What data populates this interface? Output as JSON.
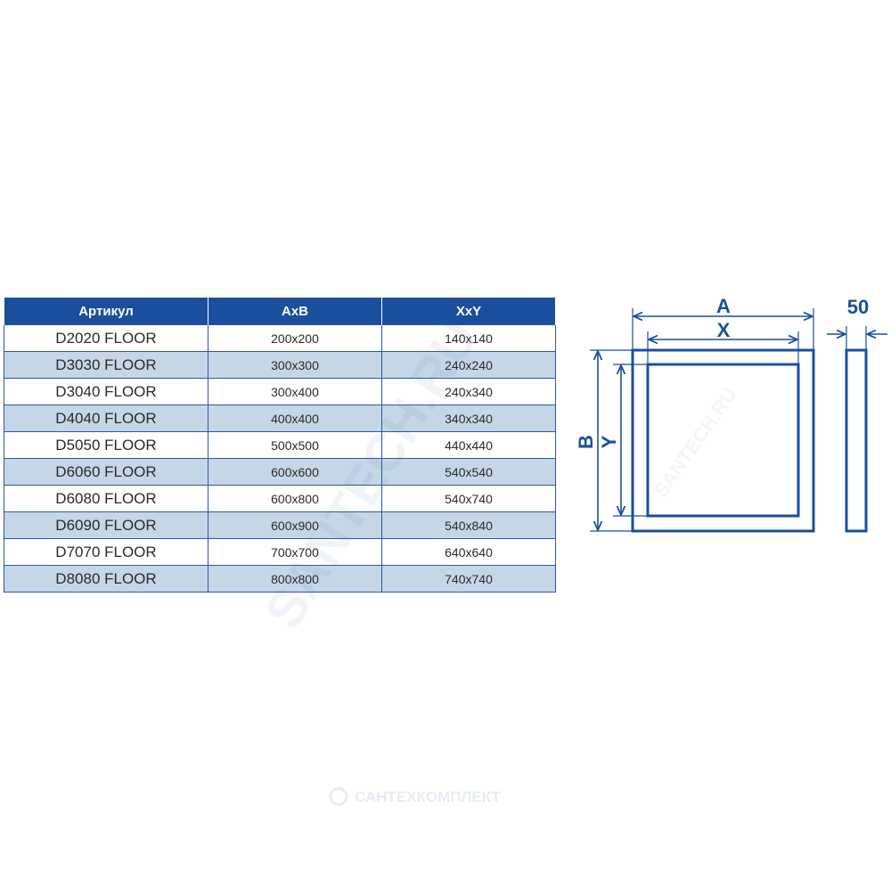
{
  "table": {
    "headers": [
      "Артикул",
      "AxB",
      "XxY"
    ],
    "rows": [
      {
        "article": "D2020 FLOOR",
        "ab": "200x200",
        "xy": "140x140"
      },
      {
        "article": "D3030 FLOOR",
        "ab": "300x300",
        "xy": "240x240"
      },
      {
        "article": "D3040 FLOOR",
        "ab": "300x400",
        "xy": "240x340"
      },
      {
        "article": "D4040 FLOOR",
        "ab": "400x400",
        "xy": "340x340"
      },
      {
        "article": "D5050 FLOOR",
        "ab": "500x500",
        "xy": "440x440"
      },
      {
        "article": "D6060 FLOOR",
        "ab": "600x600",
        "xy": "540x540"
      },
      {
        "article": "D6080 FLOOR",
        "ab": "600x800",
        "xy": "540x740"
      },
      {
        "article": "D6090 FLOOR",
        "ab": "600x900",
        "xy": "540x840"
      },
      {
        "article": "D7070 FLOOR",
        "ab": "700x700",
        "xy": "640x640"
      },
      {
        "article": "D8080 FLOOR",
        "ab": "800x800",
        "xy": "740x740"
      }
    ]
  },
  "drawing": {
    "label_outer_width": "A",
    "label_inner_width": "X",
    "label_outer_height": "B",
    "label_inner_height": "Y",
    "label_depth": "50",
    "line_color": "#1a4f9e"
  },
  "watermark": {
    "diagonal_text": "SANTECH.RU",
    "small_text": "SANTECH.RU",
    "footer_text": "САНТЕХКОМПЛЕКТ"
  },
  "colors": {
    "header_bg": "#1a4f9e",
    "row_alt_bg": "#c5d7e6",
    "border": "#2a57a6"
  }
}
